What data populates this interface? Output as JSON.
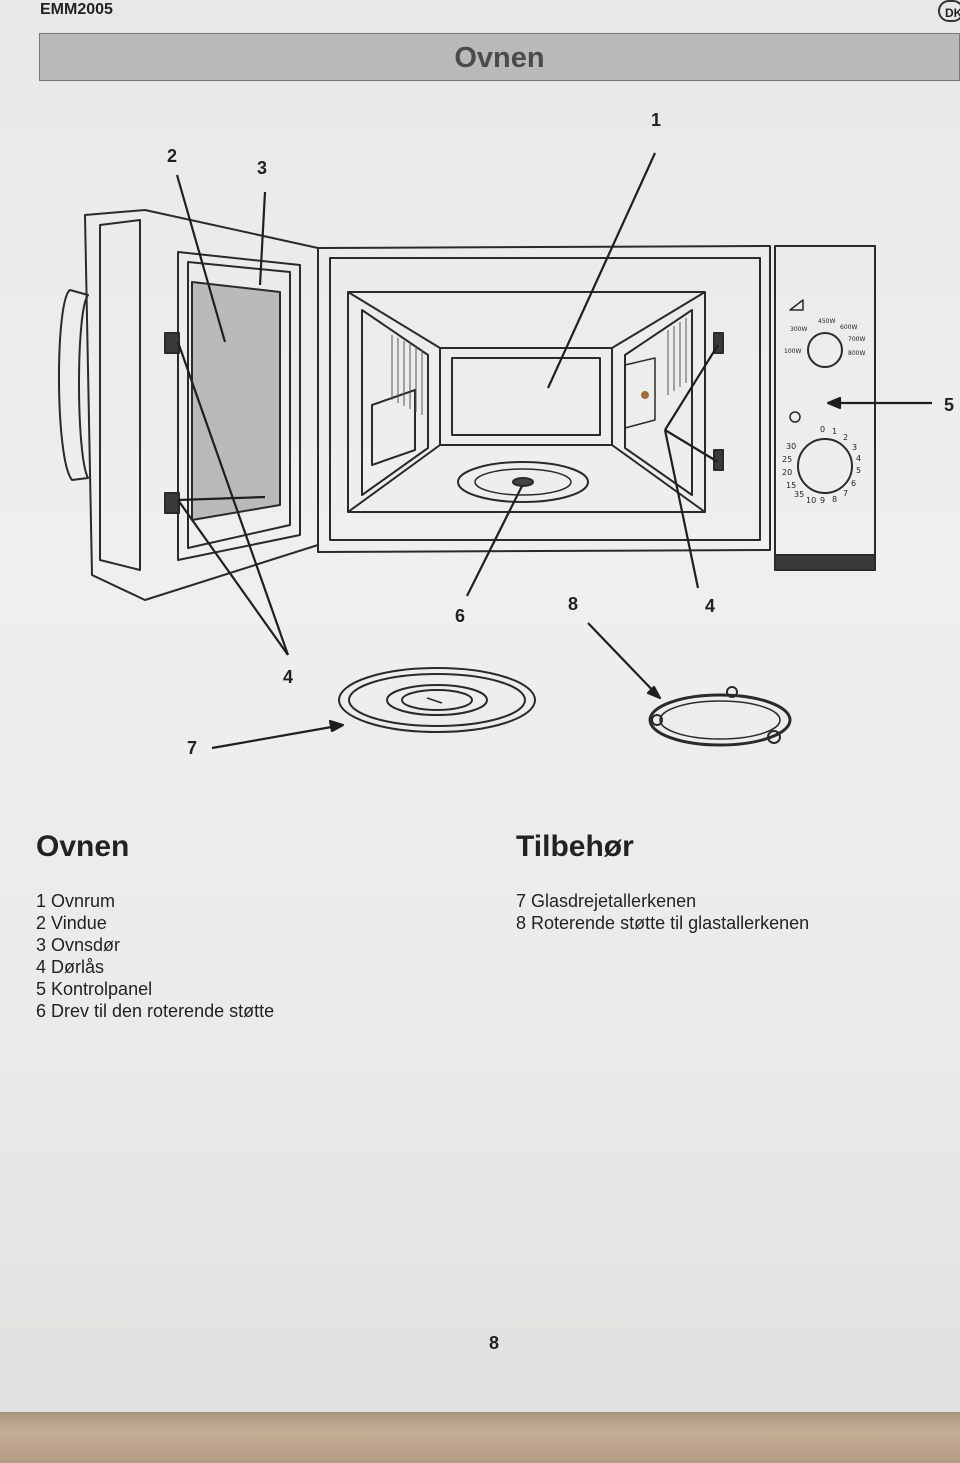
{
  "header": {
    "model": "EMM2005",
    "language_badge": "DK",
    "title": "Ovnen"
  },
  "diagram": {
    "callouts": [
      "1",
      "2",
      "3",
      "4",
      "4",
      "5",
      "6",
      "7",
      "8"
    ],
    "power_dial_labels": [
      "300W",
      "450W",
      "600W",
      "700W",
      "800W",
      "100W"
    ],
    "timer_dial_labels": [
      "0",
      "1",
      "2",
      "3",
      "4",
      "5",
      "6",
      "7",
      "8",
      "9",
      "10",
      "15",
      "20",
      "25",
      "30",
      "35"
    ]
  },
  "oven_section": {
    "heading": "Ovnen",
    "items": [
      "1 Ovnrum",
      "2 Vindue",
      "3 Ovnsdør",
      "4 Dørlås",
      "5 Kontrolpanel",
      "6 Drev til den roterende støtte"
    ]
  },
  "accessories_section": {
    "heading": "Tilbehør",
    "items": [
      "7 Glasdrejetallerkenen",
      "8 Roterende støtte til glastallerkenen"
    ]
  },
  "footer": {
    "page_number": "8"
  }
}
